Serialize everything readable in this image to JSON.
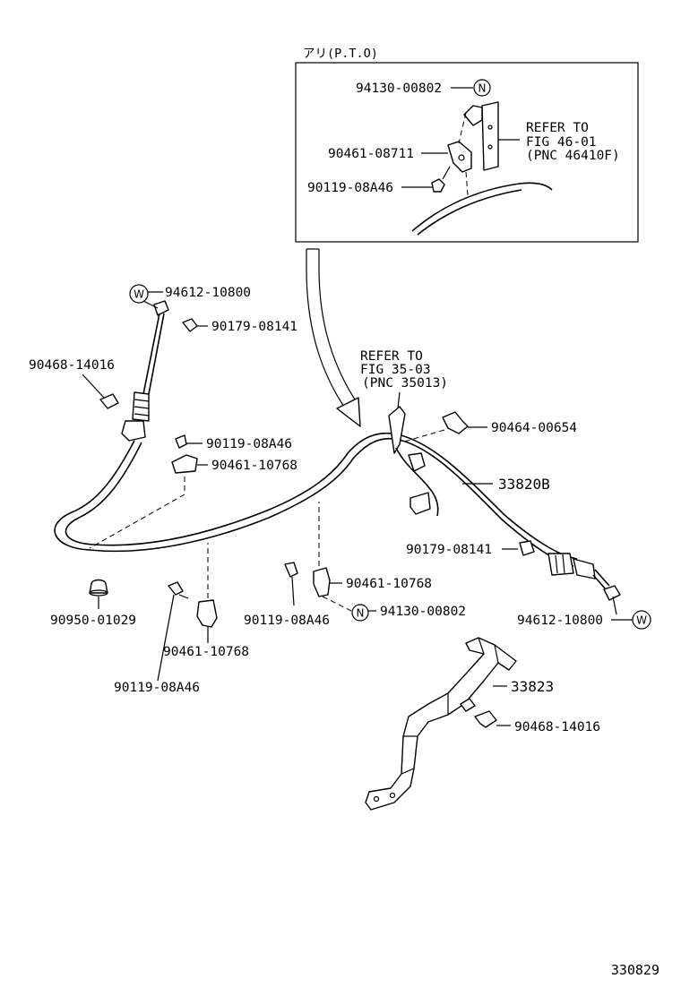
{
  "inset": {
    "title": "アリ(P.T.O)",
    "labels": {
      "p94130": "94130-00802",
      "p90461": "90461-08711",
      "p90119": "90119-08A46",
      "refer_line1": "REFER TO",
      "refer_line2": "FIG 46-01",
      "refer_line3": "(PNC 46410F)"
    }
  },
  "main": {
    "labels": {
      "p94612_top": "94612-10800",
      "p90179_top": "90179-08141",
      "p90468_left": "90468-14016",
      "p90119_a": "90119-08A46",
      "p90461_a": "90461-10768",
      "refer_line1": "REFER TO",
      "refer_line2": "FIG 35-03",
      "refer_line3": "(PNC 35013)",
      "p90464": "90464-00654",
      "p33820B": "33820B",
      "p90179_right": "90179-08141",
      "p90461_b": "90461-10768",
      "p94130_main": "94130-00802",
      "p94612_right": "94612-10800",
      "p90950": "90950-01029",
      "p90119_b": "90119-08A46",
      "p90461_c": "90461-10768",
      "p90119_c": "90119-08A46",
      "p33823": "33823",
      "p90468_right": "90468-14016"
    }
  },
  "badges": {
    "n": "N",
    "w": "W"
  },
  "figure_number": "330829"
}
